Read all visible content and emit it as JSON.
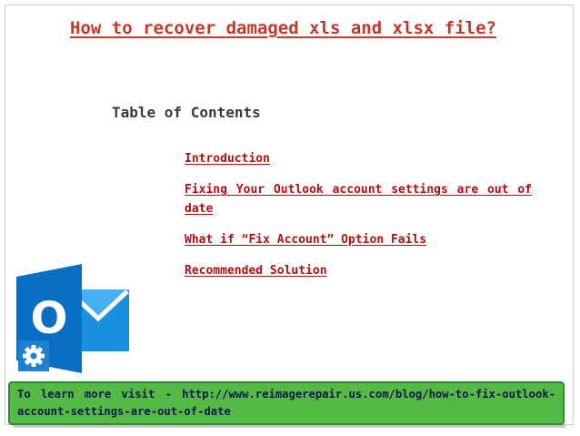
{
  "slide": {
    "title": "How to recover damaged xls and xlsx file?",
    "toc_heading": "Table of Contents",
    "toc_items": [
      "Introduction",
      "Fixing Your Outlook account settings are out of date",
      "What if “Fix Account” Option Fails",
      "Recommended Solution"
    ],
    "footer_text": "To learn more visit - http://www.reimagerepair.us.com/blog/how-to-fix-outlook-account-settings-are-out-of-date"
  },
  "logo": {
    "letter": "O",
    "icon": "outlook-icon",
    "badge_icon": "gear-icon"
  },
  "colors": {
    "title": "#c0392b",
    "link": "#b01010",
    "heading": "#3a3a3a",
    "outlook_blue": "#0a6fc2",
    "footer_bg": "#55b945",
    "footer_text": "#0d1a4a"
  }
}
